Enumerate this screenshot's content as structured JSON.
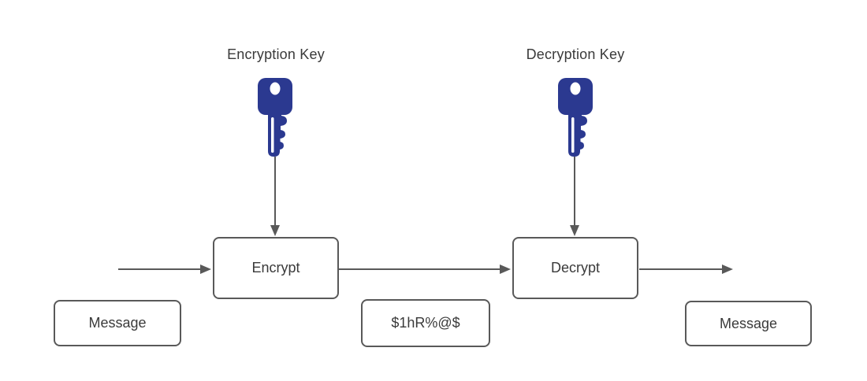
{
  "colors": {
    "key_blue": "#2b3990",
    "line_gray": "#595959",
    "text_dark": "#3a3a3a",
    "bg": "#ffffff"
  },
  "encryption": {
    "key_label": "Encryption Key",
    "process_label": "Encrypt"
  },
  "decryption": {
    "key_label": "Decryption Key",
    "process_label": "Decrypt"
  },
  "messages": {
    "input": "Message",
    "ciphertext": "$1hR%@$",
    "output": "Message"
  }
}
